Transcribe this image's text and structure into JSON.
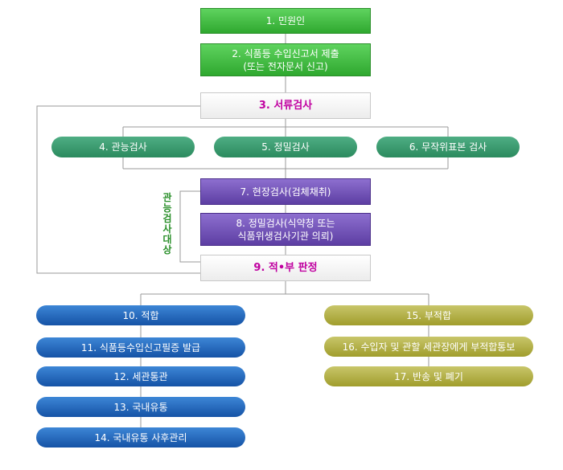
{
  "nodes": {
    "n1": "1. 민원인",
    "n2a": "2. 식품등 수입신고서 제출",
    "n2b": "(또는 전자문서 신고)",
    "n3": "3. 서류검사",
    "n4": "4. 관능검사",
    "n5": "5. 정밀검사",
    "n6": "6. 무작위표본 검사",
    "n7": "7. 현장검사(검체채취)",
    "n8a": "8. 정밀검사(식약청 또는",
    "n8b": "식품위생검사기관 의뢰)",
    "n9": "9. 적•부 판정",
    "n10": "10. 적합",
    "n11": "11. 식품등수입신고필증 발급",
    "n12": "12. 세관통관",
    "n13": "13. 국내유통",
    "n14": "14. 국내유통 사후관리",
    "n15": "15. 부적합",
    "n16": "16. 수입자 및 관할 세관장에게 부적합통보",
    "n17": "17. 반송 및 폐기"
  },
  "side_label": [
    "관",
    "능",
    "검",
    "사",
    "대",
    "상"
  ],
  "colors": {
    "green": "#3cb43c",
    "magenta": "#c000a0",
    "teal": "#2b8a5e",
    "purple": "#6a4bb0",
    "blue": "#1f62b4",
    "olive": "#b3b03c"
  }
}
